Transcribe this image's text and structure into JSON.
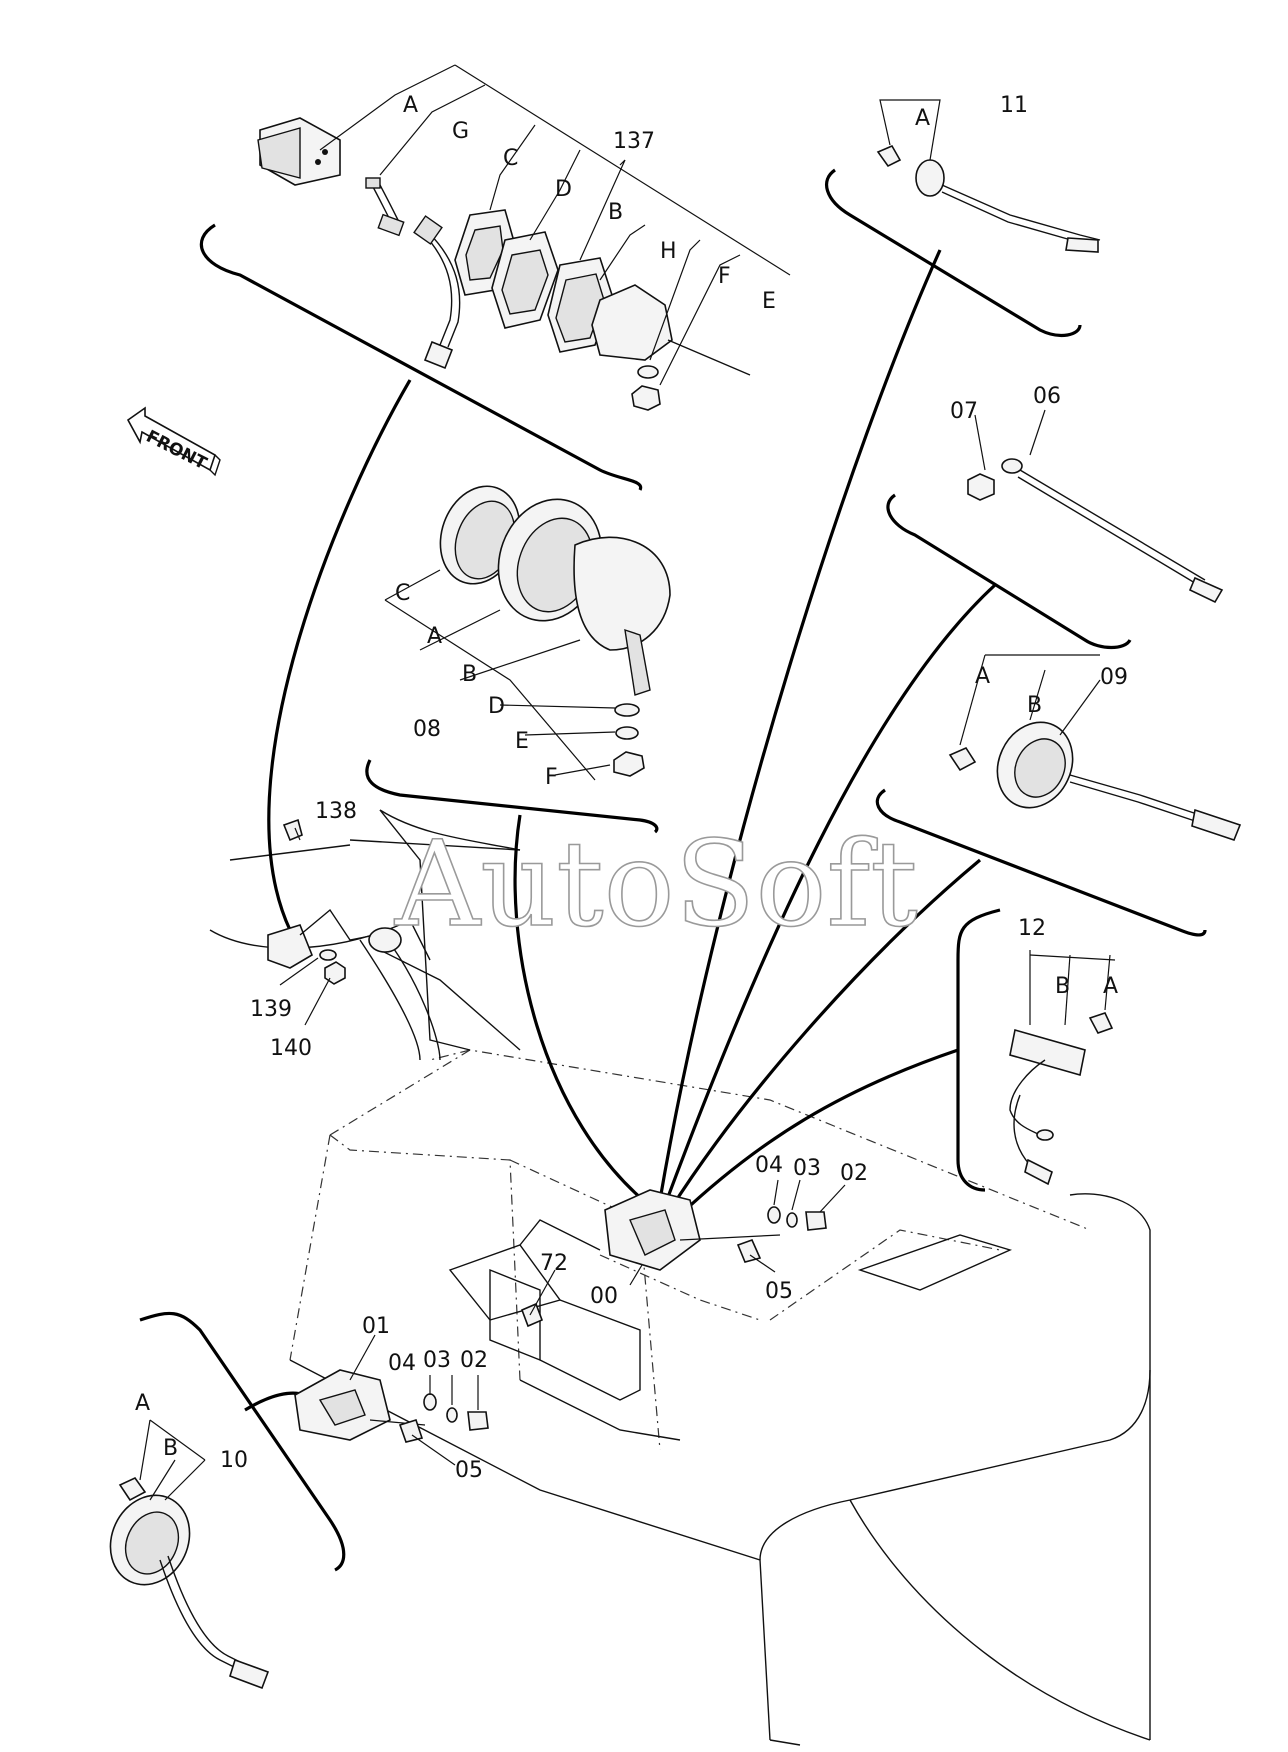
{
  "watermark": "AutoSoft",
  "front_label": "FRONT",
  "labels": {
    "top_assembly": {
      "num": "137",
      "A": "A",
      "G": "G",
      "C": "C",
      "D": "D",
      "B": "B",
      "H": "H",
      "F": "F",
      "E": "E"
    },
    "p11": {
      "num": "11",
      "A": "A"
    },
    "p06": "06",
    "p07": "07",
    "p08": {
      "num": "08",
      "C": "C",
      "A": "A",
      "B": "B",
      "D": "D",
      "E": "E",
      "F": "F"
    },
    "p09": {
      "num": "09",
      "A": "A",
      "B": "B"
    },
    "p12": {
      "num": "12",
      "B": "B",
      "A": "A"
    },
    "p10": {
      "num": "10",
      "A": "A",
      "B": "B"
    },
    "p138": "138",
    "p139": "139",
    "p140": "140",
    "p00": "00",
    "p01": "01",
    "right_hw": {
      "p04": "04",
      "p03": "03",
      "p02": "02",
      "p05": "05"
    },
    "left_hw": {
      "p04": "04",
      "p03": "03",
      "p02": "02",
      "p05": "05"
    },
    "p72": "72"
  }
}
